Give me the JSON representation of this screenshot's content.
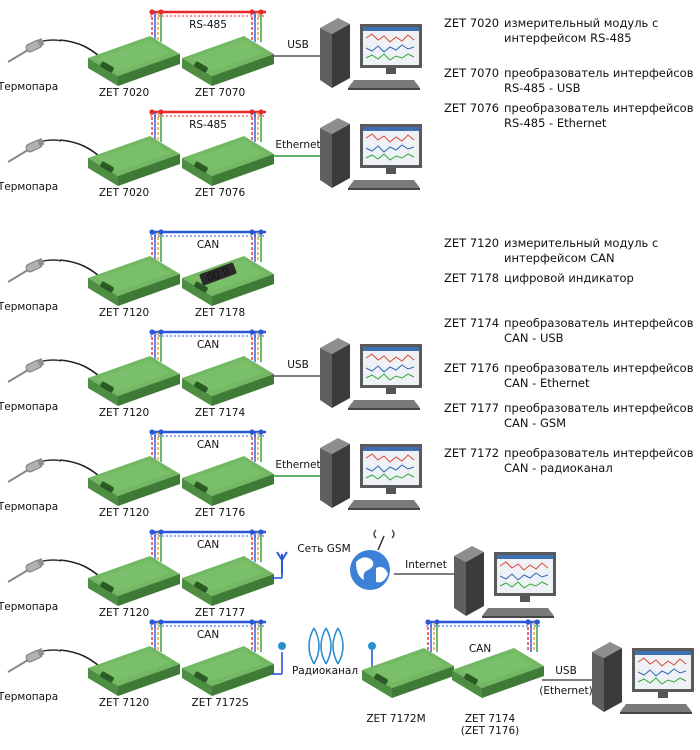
{
  "colors": {
    "module_fill": "#5fa84f",
    "module_dark": "#3d7a33",
    "rs485_bus": "#e8282b",
    "can_bus": "#2957d8",
    "ethernet_link": "#2e9a3a",
    "usb_link": "#555555",
    "label_text": "#111111"
  },
  "icons": [
    "thermocouple-icon",
    "module-icon",
    "computer-icon",
    "antenna-icon",
    "globe-icon",
    "radio-waves-icon"
  ],
  "rows": [
    {
      "sensor": "Термопара",
      "bus_label": "RS-485",
      "bus": "rs485",
      "module1": "ZET 7020",
      "module2": "ZET 7070",
      "link_label": "USB",
      "link": "usb"
    },
    {
      "sensor": "Термопара",
      "bus_label": "RS-485",
      "bus": "rs485",
      "module1": "ZET 7020",
      "module2": "ZET 7076",
      "link_label": "Ethernet",
      "link": "ethernet"
    },
    {
      "sensor": "Термопара",
      "bus_label": "CAN",
      "bus": "can",
      "module1": "ZET 7120",
      "module2": "ZET 7178",
      "display_value": "00.0"
    },
    {
      "sensor": "Термопара",
      "bus_label": "CAN",
      "bus": "can",
      "module1": "ZET 7120",
      "module2": "ZET 7174",
      "link_label": "USB",
      "link": "usb"
    },
    {
      "sensor": "Термопара",
      "bus_label": "CAN",
      "bus": "can",
      "module1": "ZET 7120",
      "module2": "ZET 7176",
      "link_label": "Ethernet",
      "link": "ethernet"
    },
    {
      "sensor": "Термопара",
      "bus_label": "CAN",
      "bus": "can",
      "module1": "ZET 7120",
      "module2": "ZET 7177",
      "gsm_label": "Сеть GSM",
      "internet_label": "Internet"
    },
    {
      "sensor": "Термопара",
      "bus_label": "CAN",
      "bus": "can",
      "module1": "ZET 7120",
      "module2": "ZET 7172S",
      "radio_label": "Радиоканал",
      "remote_bus_label": "CAN",
      "remote_module1": "ZET 7172M",
      "remote_module2_line1": "ZET 7174",
      "remote_module2_line2": "(ZET 7176)",
      "link_label": "USB",
      "link_label_alt": "(Ethernet)"
    }
  ],
  "legend": [
    {
      "code": "ZET 7020",
      "desc": "измерительный модуль с интерфейсом RS-485"
    },
    {
      "code": "ZET 7070",
      "desc": "преобразователь интерфейсов RS-485 - USB"
    },
    {
      "code": "ZET 7076",
      "desc": "преобразователь интерфейсов RS-485 - Ethernet"
    },
    {
      "code": "ZET 7120",
      "desc": "измерительный модуль с интерфейсом CAN"
    },
    {
      "code": "ZET 7178",
      "desc": "цифровой индикатор"
    },
    {
      "code": "ZET 7174",
      "desc": "преобразователь интерфейсов CAN - USB"
    },
    {
      "code": "ZET 7176",
      "desc": "преобразователь интерфейсов CAN - Ethernet"
    },
    {
      "code": "ZET 7177",
      "desc": "преобразователь интерфейсов CAN - GSM"
    },
    {
      "code": "ZET 7172",
      "desc": "преобразователь интерфейсов CAN - радиоканал"
    }
  ]
}
